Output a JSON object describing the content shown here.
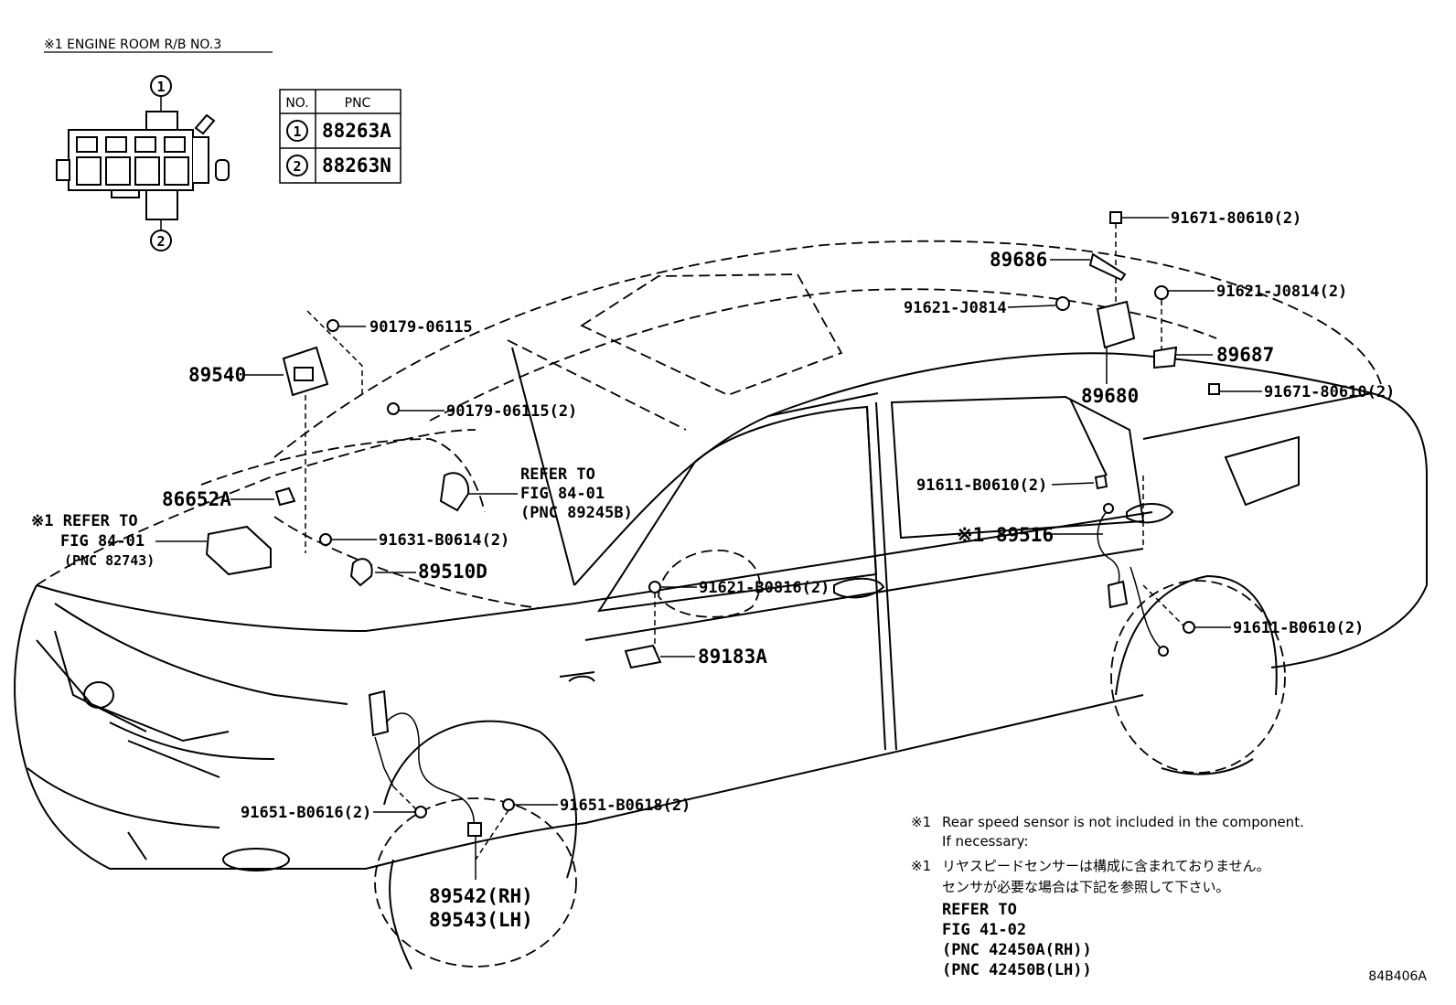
{
  "header": {
    "title": "※1 ENGINE ROOM R/B NO.3"
  },
  "relay_table": {
    "col_no": "NO.",
    "col_pnc": "PNC",
    "rows": [
      {
        "no": "1",
        "pnc": "88263A"
      },
      {
        "no": "2",
        "pnc": "88263N"
      }
    ]
  },
  "relay_block": {
    "callout_1": "1",
    "callout_2": "2"
  },
  "labels": {
    "p91671_top": "91671-80610(2)",
    "p89686": "89686",
    "p91621_j0814_left": "91621-J0814",
    "p91621_j0814_right": "91621-J0814(2)",
    "p89687": "89687",
    "p89680": "89680",
    "p91671_right": "91671-80610(2)",
    "p90179_a": "90179-06115",
    "p89540": "89540",
    "p90179_b": "90179-06115(2)",
    "refer1_l1": "REFER TO",
    "refer1_l2": "FIG 84-01",
    "refer1_l3": "(PNC 89245B)",
    "p86652A": "86652A",
    "refer2_l1": "※1 REFER TO",
    "refer2_l2": "FIG 84-01",
    "refer2_l3": "(PNC 82743)",
    "p91631": "91631-B0614(2)",
    "p89510D": "89510D",
    "p91611_top": "91611-B0610(2)",
    "p89516": "※1 89516",
    "p91621_b0816": "91621-B0816(2)",
    "p91611_bottom": "91611-B0610(2)",
    "p89183A": "89183A",
    "p91651_left": "91651-B0616(2)",
    "p91651_right": "91651-B0618(2)",
    "p89542": "89542(RH)",
    "p89543": "89543(LH)"
  },
  "notes": {
    "en_mark": "※1",
    "en_line1": "Rear speed sensor is not included in the component.",
    "en_line2": "If necessary:",
    "jp_mark": "※1",
    "jp_line1": "リヤスピードセンサーは構成に含まれておりません。",
    "jp_line2": "センサが必要な場合は下記を参照して下さい。",
    "ref_line1": "REFER TO",
    "ref_line2": "FIG 41-02",
    "ref_line3": "(PNC 42450A(RH))",
    "ref_line4": "(PNC 42450B(LH))"
  },
  "figure_code": "84B406A"
}
